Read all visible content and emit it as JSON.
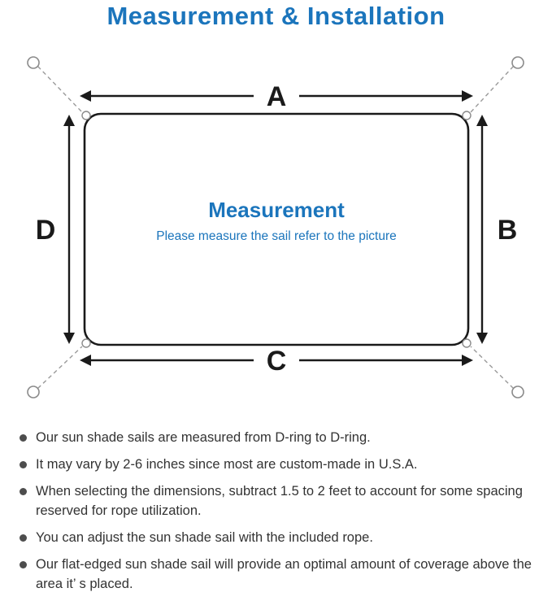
{
  "page": {
    "title": "Measurement & Installation"
  },
  "diagram": {
    "labels": {
      "top": "A",
      "right": "B",
      "bottom": "C",
      "left": "D"
    },
    "center_title": "Measurement",
    "center_subtitle": "Please measure the sail refer to the picture"
  },
  "notes": {
    "items": [
      "Our sun shade sails are measured from D-ring to D-ring.",
      "It may vary by 2-6 inches since most are custom-made in U.S.A.",
      "When selecting the dimensions, subtract 1.5 to 2 feet to account for some spacing reserved for rope utilization.",
      "You can adjust the sun shade sail with the included rope.",
      "Our flat-edged sun shade sail will provide an optimal amount of coverage above the area it’ s placed."
    ]
  },
  "colors": {
    "title_blue": "#1b75bc",
    "text_dark": "#333333",
    "line_black": "#1a1a1a",
    "dash_gray": "#9a9a9a",
    "ring_gray": "#8a8a8a",
    "bullet_gray": "#4d4d4d"
  }
}
